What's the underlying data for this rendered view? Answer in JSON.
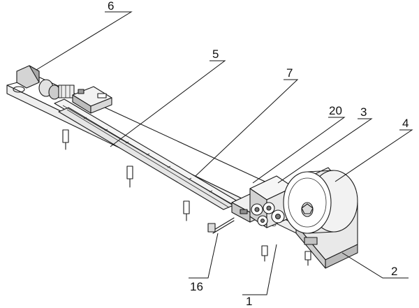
{
  "callouts": [
    {
      "id": "6",
      "label": "6"
    },
    {
      "id": "5",
      "label": "5"
    },
    {
      "id": "7",
      "label": "7"
    },
    {
      "id": "20",
      "label": "20"
    },
    {
      "id": "3",
      "label": "3"
    },
    {
      "id": "4",
      "label": "4"
    },
    {
      "id": "2",
      "label": "2"
    },
    {
      "id": "16",
      "label": "16"
    },
    {
      "id": "1",
      "label": "1"
    }
  ],
  "colors": {
    "background": "#ffffff",
    "line": "#1a1a1a",
    "shading": "#d7d7d7"
  }
}
